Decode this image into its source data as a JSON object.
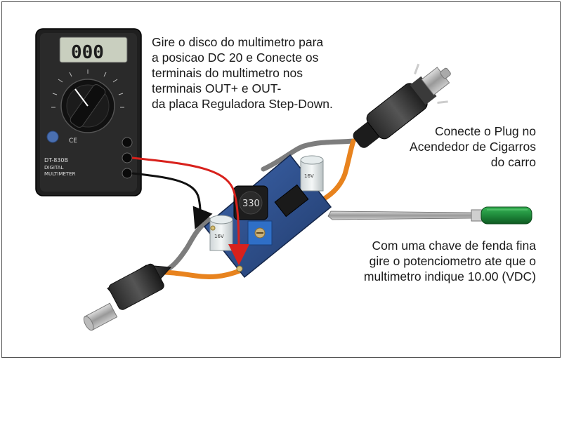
{
  "captions": {
    "multimeter_instruction": "Gire o disco do multimetro para\na posicao DC 20 e Conecte os\nterminais do multimetro nos\nterminais OUT+ e OUT-\nda placa Reguladora Step-Down.",
    "plug_instruction": "Conecte o Plug no\nAcendedor de Cigarros\ndo carro",
    "screwdriver_instruction": "Com uma chave de fenda fina\ngire o potenciometro ate que o\nmultimetro indique 10.00 (VDC)"
  },
  "multimeter": {
    "display": "000",
    "model": "DT-830B",
    "label_line1": "DIGITAL",
    "label_line2": "MULTIMETER",
    "ce_mark": "CE"
  },
  "board": {
    "inductor_code": "330",
    "capacitor_label": "16V"
  },
  "colors": {
    "red_lead": "#d8211c",
    "black_lead": "#111111",
    "gray_wire": "#8a8a8a",
    "orange_wire": "#e8831e",
    "pcb": "#2e4f8c",
    "screwdriver_handle": "#1f8a3b"
  }
}
